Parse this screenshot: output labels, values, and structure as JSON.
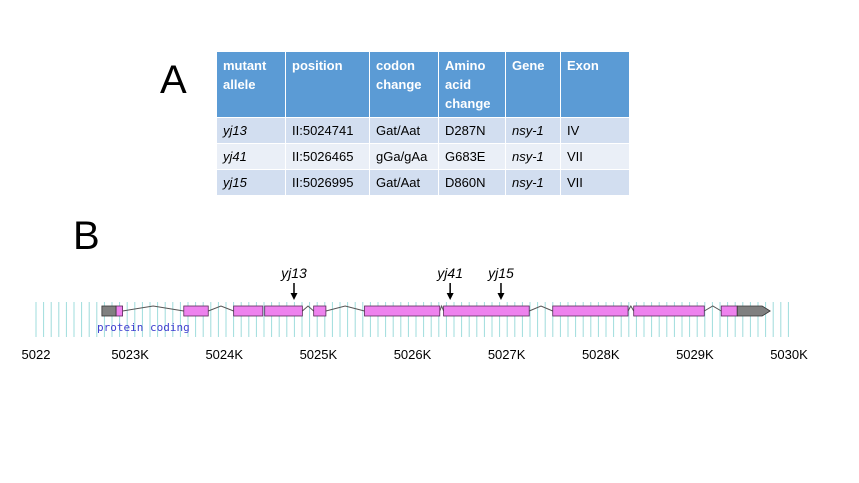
{
  "panels": {
    "a": "A",
    "b": "B"
  },
  "table": {
    "headers": [
      "mutant allele",
      "position",
      "codon change",
      "Amino acid change",
      "Gene",
      "Exon"
    ],
    "rows": [
      [
        "yj13",
        "II:5024741",
        "Gat/Aat",
        "D287N",
        "nsy-1",
        "IV"
      ],
      [
        "yj41",
        "II:5026465",
        "gGa/gAa",
        "G683E",
        "nsy-1",
        "VII"
      ],
      [
        "yj15",
        "II:5026995",
        "Gat/Aat",
        "D860N",
        "nsy-1",
        "VII"
      ]
    ]
  },
  "gene_model": {
    "track_label": "protein coding",
    "axis_ticks": [
      {
        "value": 5022000,
        "label": "5022"
      },
      {
        "value": 5023000,
        "label": "5023K"
      },
      {
        "value": 5024000,
        "label": "5024K"
      },
      {
        "value": 5025000,
        "label": "5025K"
      },
      {
        "value": 5026000,
        "label": "5026K"
      },
      {
        "value": 5027000,
        "label": "5027K"
      },
      {
        "value": 5028000,
        "label": "5028K"
      },
      {
        "value": 5029000,
        "label": "5029K"
      },
      {
        "value": 5030000,
        "label": "5030K"
      }
    ],
    "range": [
      5022000,
      5030000
    ],
    "utr_5": [
      5022700,
      5022850
    ],
    "utr_3": [
      5029450,
      5029800
    ],
    "exons": [
      [
        5022850,
        5022920
      ],
      [
        5023570,
        5023830
      ],
      [
        5024100,
        5024410
      ],
      [
        5024430,
        5024830
      ],
      [
        5024950,
        5025080
      ],
      [
        5025490,
        5026290
      ],
      [
        5026330,
        5027240
      ],
      [
        5027490,
        5028290
      ],
      [
        5028350,
        5029100
      ],
      [
        5029280,
        5029450
      ]
    ],
    "mutations": [
      {
        "name": "yj13",
        "position": 5024741
      },
      {
        "name": "yj41",
        "position": 5026400
      },
      {
        "name": "yj15",
        "position": 5026940
      }
    ],
    "colors": {
      "exon": "#ee82ee",
      "utr": "#808080",
      "track_lines": "#9fdcdc",
      "intron": "#555555"
    }
  }
}
